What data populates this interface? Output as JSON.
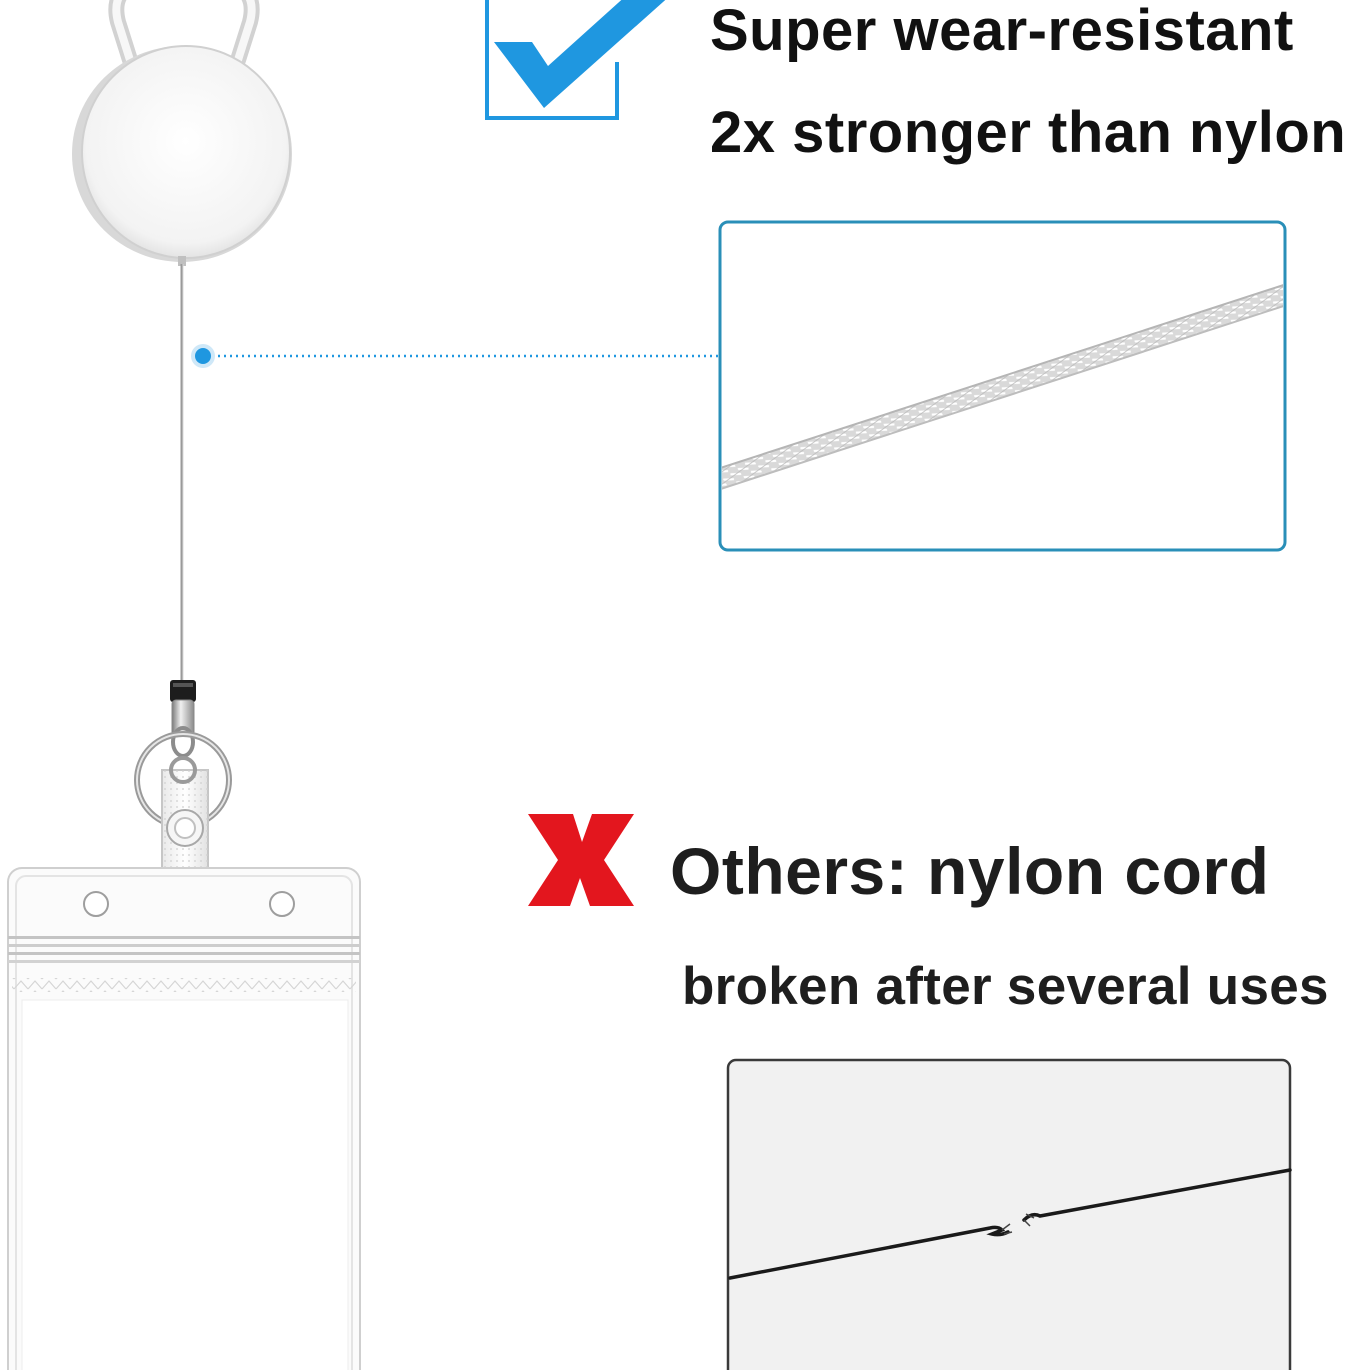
{
  "comparison": {
    "ours": {
      "headline": "Super wear-resistant",
      "subheadline": "2x stronger than nylon",
      "marker_icon": "check-icon",
      "accent_color": "#1f97e0",
      "zoom_detail": "steel-wire-cable-closeup"
    },
    "others": {
      "headline": "Others: nylon cord",
      "subheadline": "broken after several uses",
      "marker_icon": "cross-icon",
      "accent_color": "#e3161e",
      "zoom_detail": "broken-nylon-cord-closeup"
    }
  },
  "product": {
    "parts": [
      "badge-reel",
      "steel-wire-cord",
      "swivel-clip",
      "key-ring",
      "badge-strap",
      "card-holder-sleeve"
    ],
    "body_color": "#f2f2f2",
    "outline_color": "#c8c8c8"
  }
}
